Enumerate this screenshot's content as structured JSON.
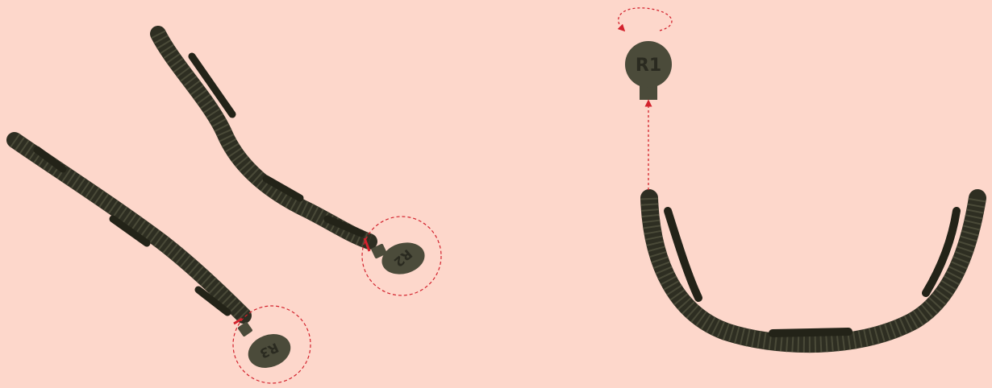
{
  "colors": {
    "background": "#fdd7cb",
    "tube": "#2e2e22",
    "tube_highlight": "#4a4a38",
    "marker": "#4b4b3a",
    "marker_text": "#2a2a20",
    "guide": "#d3222d"
  },
  "markers": {
    "r1": {
      "label": "R1"
    },
    "r2": {
      "label": "R2"
    },
    "r3": {
      "label": "R3"
    }
  },
  "icons": {
    "rotate": "rotate-arrow-icon",
    "insert": "insert-arrow-icon"
  }
}
